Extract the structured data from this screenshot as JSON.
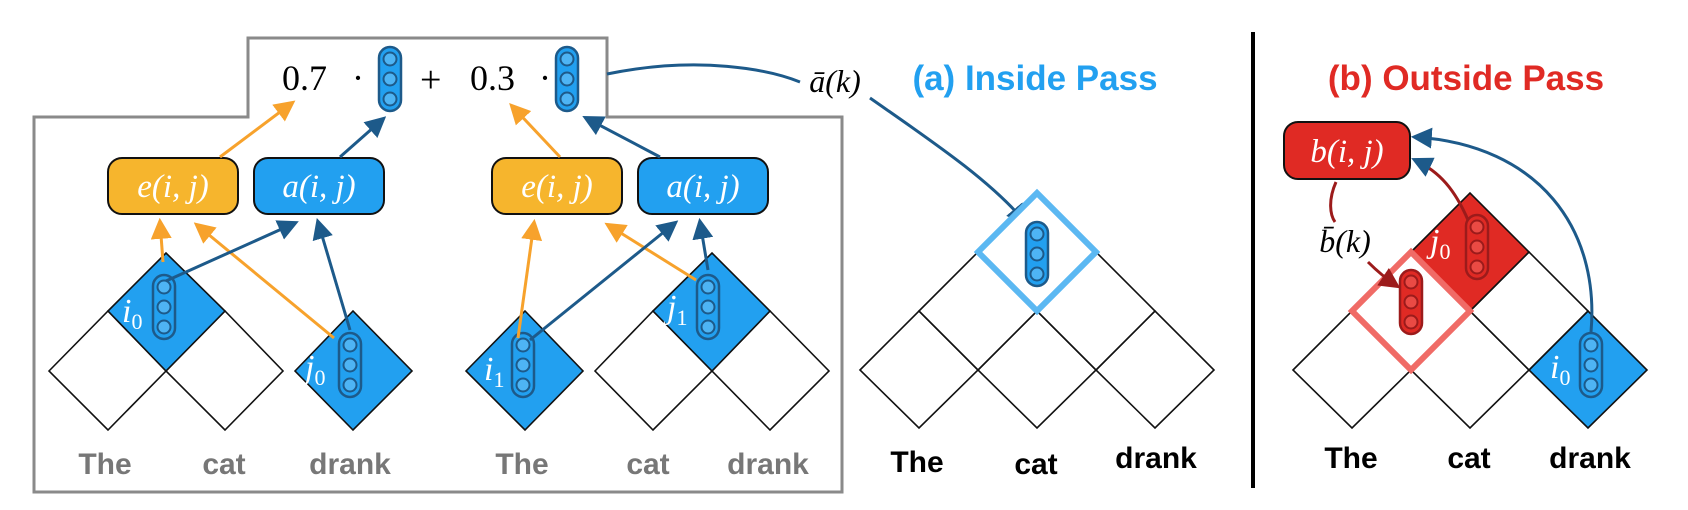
{
  "colors": {
    "blue": "#22a0f0",
    "dark_blue": "#1d5a8a",
    "orange": "#f7a22c",
    "gold": "#f6b52d",
    "red": "#e02a24",
    "dark_red": "#9c1b1b",
    "light_blue": "#5bb8f2",
    "salmon": "#f06b66",
    "grey": "#777777"
  },
  "formula": {
    "w1": "0.7",
    "dot": "·",
    "plus": "+",
    "w2": "0.3"
  },
  "edge_label_a": "ā(k)",
  "edge_label_b": "b̄(k)",
  "left_panel": {
    "tree1": {
      "e_label": "e(i, j)",
      "a_label": "a(i, j)",
      "i_label": "i",
      "i_sub": "0",
      "j_label": "j",
      "j_sub": "0",
      "words": [
        "The",
        "cat",
        "drank"
      ]
    },
    "tree2": {
      "e_label": "e(i, j)",
      "a_label": "a(i, j)",
      "i_label": "i",
      "i_sub": "1",
      "j_label": "j",
      "j_sub": "1",
      "words": [
        "The",
        "cat",
        "drank"
      ]
    }
  },
  "inside": {
    "title": "(a) Inside Pass",
    "words": [
      "The",
      "cat",
      "drank"
    ]
  },
  "outside": {
    "title": "(b) Outside Pass",
    "b_label": "b(i, j)",
    "j_label": "j",
    "j_sub": "0",
    "i_label": "i",
    "i_sub": "0",
    "words": [
      "The",
      "cat",
      "drank"
    ]
  }
}
